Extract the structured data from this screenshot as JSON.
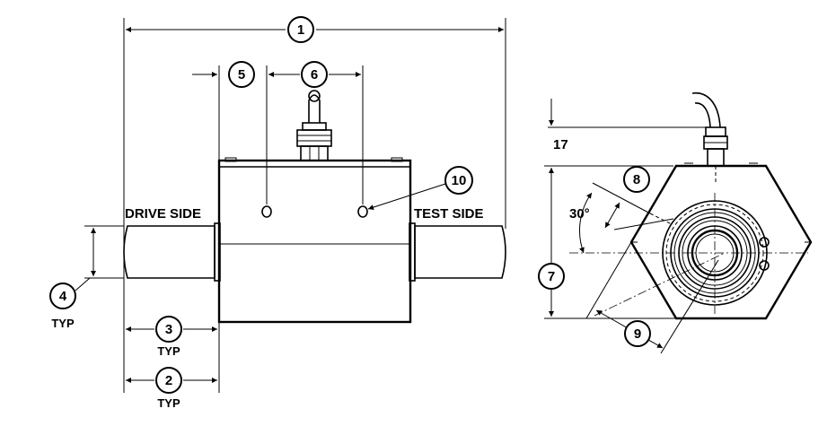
{
  "side_view": {
    "drive_side": "DRIVE SIDE",
    "test_side": "TEST SIDE",
    "callouts": {
      "c1": "1",
      "c2": "2",
      "c3": "3",
      "c4": "4",
      "c5": "5",
      "c6": "6",
      "c10": "10"
    },
    "typ": "TYP"
  },
  "end_view": {
    "dimension_17": "17",
    "angle": "30°",
    "callouts": {
      "c7": "7",
      "c8": "8",
      "c9": "9"
    }
  }
}
